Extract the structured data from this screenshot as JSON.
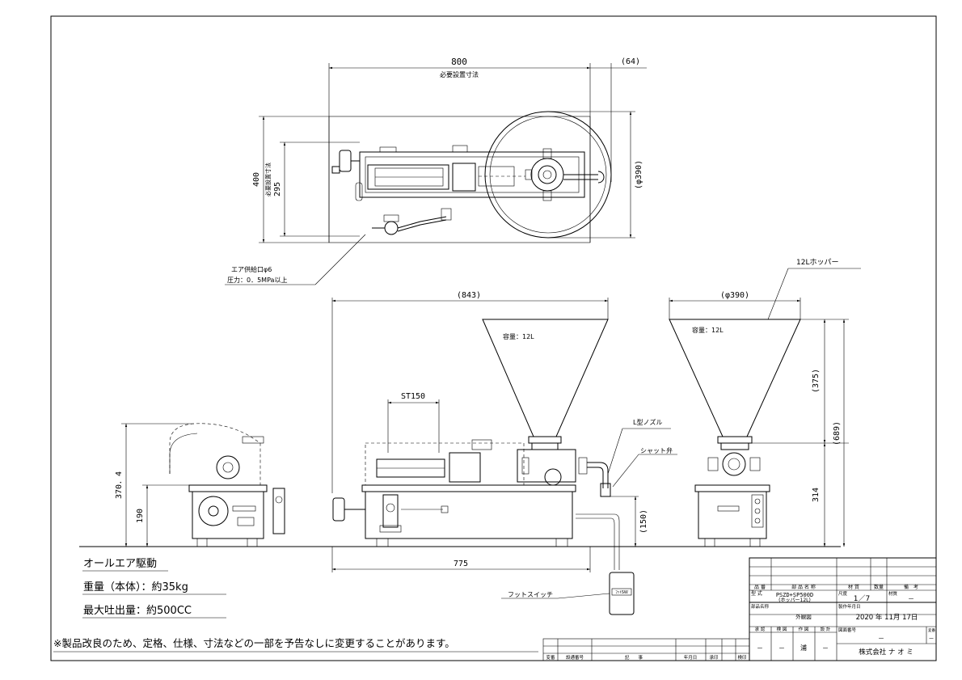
{
  "top_view": {
    "width_dim": "800",
    "width_caption": "必要設置寸法",
    "offset_dim": "(64)",
    "height_dim": "400",
    "height_caption": "必要設置寸法",
    "inner_height_dim": "295",
    "hopper_dia_dim": "(φ390)",
    "air_inlet_label": "エア供給口φ6",
    "pressure_label": "圧力：0．5MPa以上"
  },
  "front_view": {
    "total_length_dim": "(843)",
    "stroke_dim": "ST150",
    "capacity_label": "容量：12L",
    "nozzle_label": "L型ノズル",
    "shutter_label": "シャット弁",
    "nozzle_height_dim": "(150)",
    "base_length_dim": "775",
    "foot_switch_label": "フットスイッチ",
    "foot_switch_tag": "ﾌｯﾄSW"
  },
  "side_view": {
    "hopper_dia_dim": "(φ390)",
    "hopper_label": "12Lホッパー",
    "capacity_label": "容量：12L",
    "hopper_height_dim": "(375)",
    "total_height_dim": "(689)",
    "body_height_dim": "314"
  },
  "left_view": {
    "cover_height_dim": "370．4",
    "body_height_dim": "190"
  },
  "specs": {
    "drive": "オールエア駆動",
    "weight": "重量（本体）：約35kg",
    "output": "最大吐出量：約500CC"
  },
  "notice": "※製品改良のため、定格、仕様、寸法などの一部を予告なしに変更することがあります。",
  "revision_table": {
    "headers": [
      "変番",
      "設通番号",
      "記　　事",
      "年月日",
      "承印",
      "検印"
    ]
  },
  "title_block": {
    "hinban": "品 番",
    "buhin_meisho": "部 品 名 称",
    "zaishitsu": "材 質",
    "suryo": "数量",
    "biko": "備　考",
    "katashiki_label": "型 式",
    "model": "PSZD+SP500D",
    "model_sub": "(ホッパー12L)",
    "scale_label": "尺度",
    "scale": "1／7",
    "material_label": "材質",
    "material_value": "－",
    "part_name_label": "部品名称",
    "part_name": "外観図",
    "date_label": "製作年月日",
    "date": "2020 年 11月 17日",
    "roles": [
      "承 認",
      "検 図",
      "作 図",
      "設 計"
    ],
    "role_values": [
      "－",
      "－",
      "浦",
      "－"
    ],
    "drawing_no_label": "図面番号",
    "drawing_no": "－",
    "rev_label": "変番",
    "rev_value": "－",
    "company": "株式会社 ナ オ ミ"
  }
}
